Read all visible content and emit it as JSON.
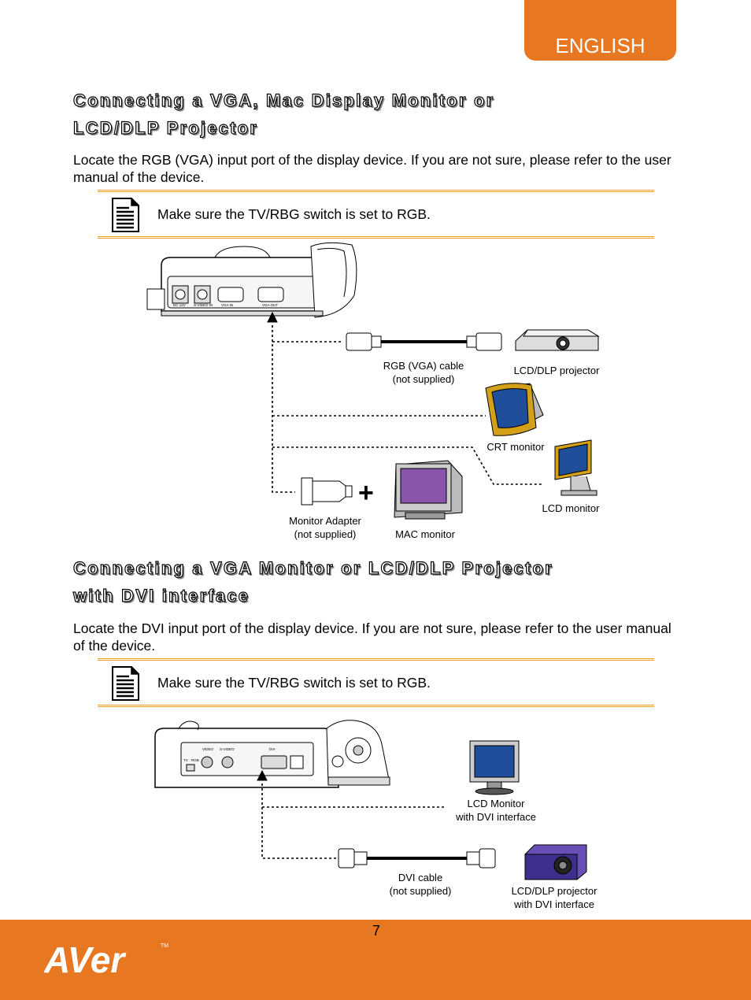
{
  "header": {
    "language_tab": "ENGLISH"
  },
  "section1": {
    "title_line1": "Connecting a VGA, Mac Display Monitor or",
    "title_line2": "LCD/DLP Projector",
    "body": "Locate the RGB (VGA) input port of the display device. If you are not sure, please refer to the user manual of the device.",
    "note": "Make sure the TV/RBG switch is set to RGB.",
    "diagram": {
      "port_labels": [
        "DC 12V",
        "S-VIDEO IN",
        "VGA IN",
        "VGA OUT"
      ],
      "rgb_cable_line1": "RGB (VGA) cable",
      "rgb_cable_line2": "(not supplied)",
      "projector": "LCD/DLP projector",
      "crt_monitor": "CRT monitor",
      "lcd_monitor": "LCD monitor",
      "adapter_line1": "Monitor Adapter",
      "adapter_line2": "(not supplied)",
      "mac_monitor": "MAC monitor",
      "plus": "+"
    }
  },
  "section2": {
    "title_line1": "Connecting a VGA Monitor or LCD/DLP Projector",
    "title_line2": "with DVI interface",
    "body": "Locate the DVI input port of the display device. If you are not sure, please refer to the user manual of the device.",
    "note": "Make sure the TV/RBG switch is set to RGB.",
    "diagram": {
      "port_labels": [
        "VIDEO",
        "S-VIDEO",
        "DVI",
        "TV",
        "RGB"
      ],
      "lcd_monitor_line1": "LCD Monitor",
      "lcd_monitor_line2": "with DVI interface",
      "dvi_cable_line1": "DVI cable",
      "dvi_cable_line2": "(not supplied)",
      "projector_line1": "LCD/DLP projector",
      "projector_line2": "with DVI interface"
    }
  },
  "footer": {
    "page_number": "7",
    "brand": "AVer",
    "trademark": "TM"
  },
  "colors": {
    "accent": "#e87722",
    "note_rule": "#f0a020"
  }
}
